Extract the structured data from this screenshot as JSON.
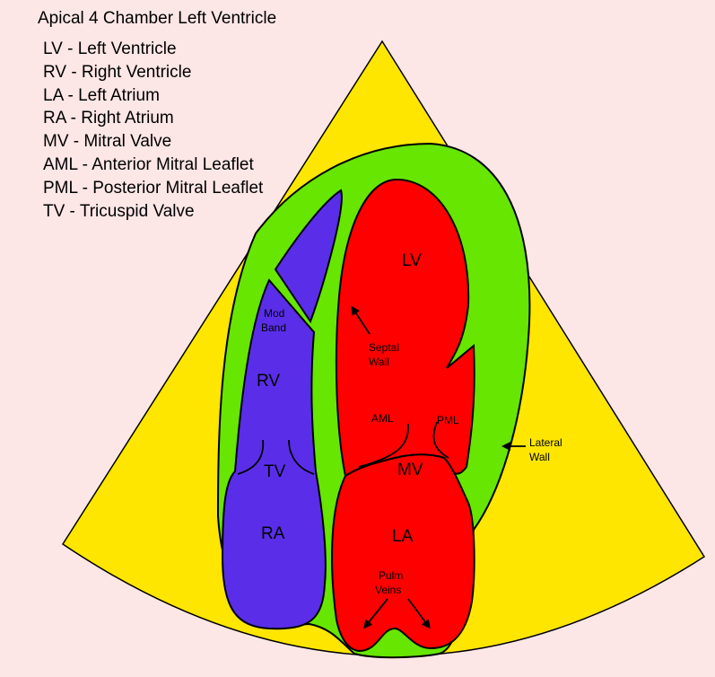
{
  "title": "Apical 4 Chamber Left Ventricle",
  "legend": [
    "LV - Left Ventricle",
    "RV - Right Ventricle",
    "LA - Left Atrium",
    "RA - Right Atrium",
    "MV - Mitral Valve",
    "AML - Anterior Mitral Leaflet",
    "PML - Posterior Mitral Leaflet",
    "TV - Tricuspid Valve"
  ],
  "labels": {
    "lv": "LV",
    "rv": "RV",
    "la": "LA",
    "ra": "RA",
    "mv": "MV",
    "tv": "TV",
    "aml": "AML",
    "pml": "PML",
    "mod_band_1": "Mod",
    "mod_band_2": "Band",
    "septal_1": "Septal",
    "septal_2": "Wall",
    "lateral_1": "Lateral",
    "lateral_2": "Wall",
    "pulm_1": "Pulm",
    "pulm_2": "Veins"
  },
  "colors": {
    "background": "#fde6e6",
    "sector": "#ffe600",
    "myocardium": "#66e600",
    "left_heart": "#ff0000",
    "right_heart": "#5a2ee8",
    "outline": "#000000"
  }
}
